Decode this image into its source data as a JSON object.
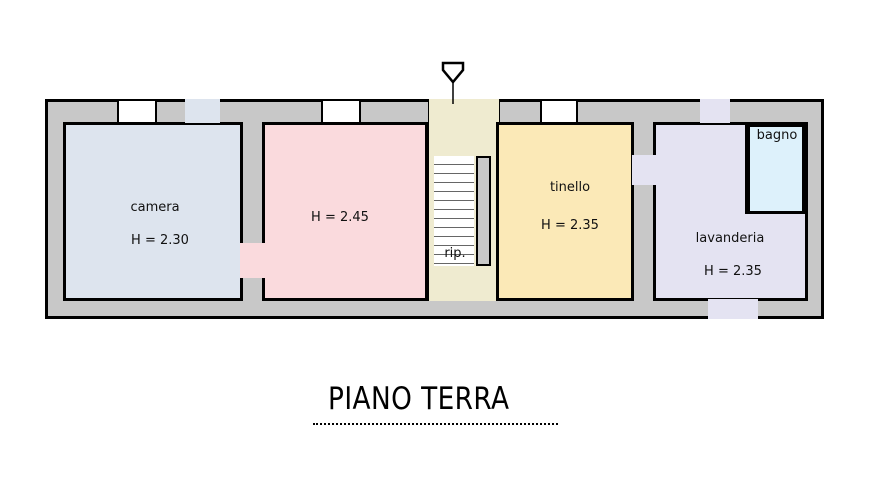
{
  "plan": {
    "title": "PIANO TERRA",
    "colors": {
      "wall": "#c8c8c8",
      "camera": "#dde4ee",
      "room_245": "#fadadd",
      "stair": "#efebd0",
      "tinello": "#fbe9b7",
      "lavanderia": "#e4e3f2",
      "bagno": "#ddf1fb"
    },
    "rooms": [
      {
        "name": "camera",
        "height": "H = 2.30"
      },
      {
        "name": "",
        "height": "H = 2.45"
      },
      {
        "name": "rip.",
        "height": ""
      },
      {
        "name": "tinello",
        "height": "H = 2.35"
      },
      {
        "name": "lavanderia",
        "height": "H = 2.35"
      },
      {
        "name": "bagno",
        "height": ""
      }
    ],
    "entrance_icon": "entrance-arrow-icon"
  }
}
